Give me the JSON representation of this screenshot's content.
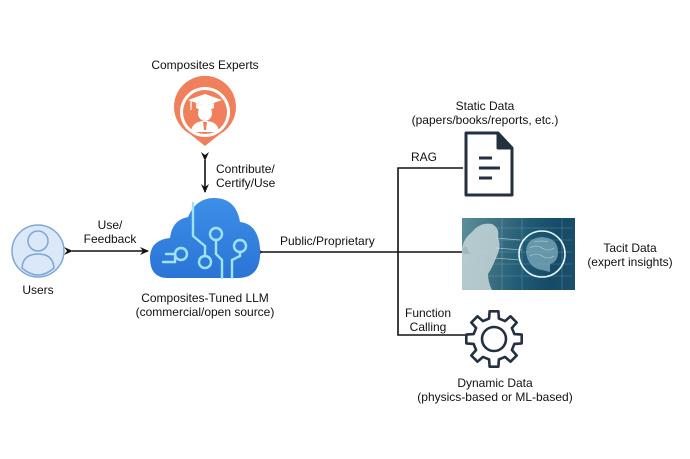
{
  "diagram": {
    "nodes": {
      "experts": {
        "label": "Composites Experts",
        "icon": "graduate-pin-icon",
        "color": "#f07f5b"
      },
      "users": {
        "label": "Users",
        "icon": "user-icon",
        "color": "#dbe8f8"
      },
      "llm": {
        "label_line1": "Composites-Tuned LLM",
        "label_line2": "(commercial/open source)",
        "icon": "ai-cloud-icon",
        "color": "#2f7fe0"
      },
      "static_data": {
        "label_line1": "Static Data",
        "label_line2": "(papers/books/reports, etc.)",
        "icon": "document-icon"
      },
      "tacit_data": {
        "label_line1": "Tacit Data",
        "label_line2": "(expert insights)",
        "icon": "ai-brain-image"
      },
      "dynamic_data": {
        "label_line1": "Dynamic Data",
        "label_line2": "(physics-based or ML-based)",
        "icon": "gear-icon"
      }
    },
    "edges": {
      "experts_llm": {
        "label_line1": "Contribute/",
        "label_line2": "Certify/Use",
        "direction": "bidirectional"
      },
      "users_llm": {
        "label_line1": "Use/",
        "label_line2": "Feedback",
        "direction": "bidirectional"
      },
      "data_llm": {
        "label": "Public/Proprietary",
        "direction": "to-llm"
      },
      "rag": {
        "label": "RAG"
      },
      "function_calling": {
        "label_line1": "Function",
        "label_line2": "Calling"
      }
    }
  }
}
